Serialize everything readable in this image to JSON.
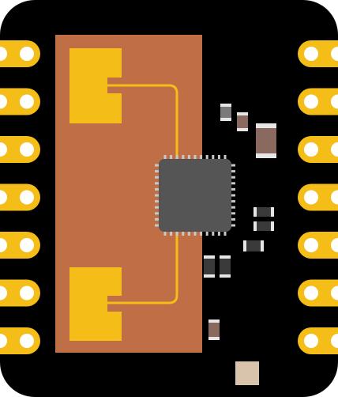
{
  "board": {
    "colors": {
      "pcb": "#000000",
      "antenna_area": "#bf6e45",
      "gold": "#f5bd17",
      "chip": "#555555",
      "chip_pins": "#c8c8c8",
      "smd_body": "#7a7a7a",
      "smd_dark": "#3a3a3a",
      "smd_cap": "#e6e6e6",
      "brown_part": "#8a6a5e",
      "tan_part": "#d8c3ac"
    },
    "left_pads": 7,
    "right_pads": 7,
    "chip_pins_per_side": 11
  }
}
